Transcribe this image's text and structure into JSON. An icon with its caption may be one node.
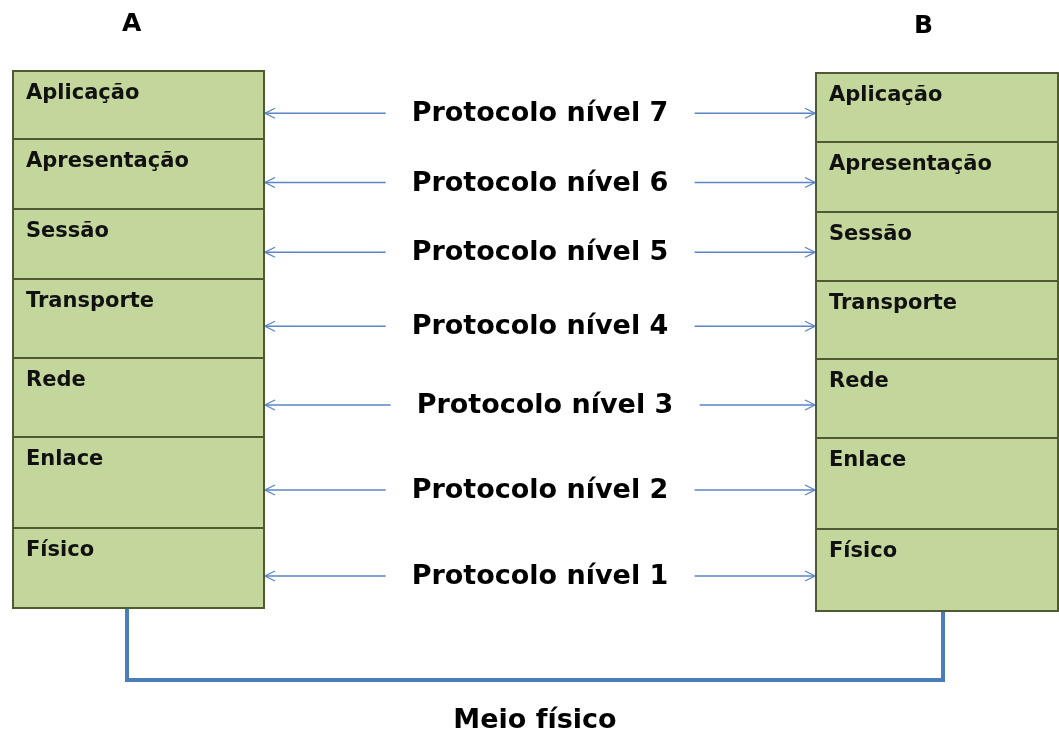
{
  "diagram": {
    "nodes": [
      {
        "text": [
          "A"
        ]
      },
      {
        "text": [
          "Aplicação"
        ],
        "in": 0
      },
      {
        "text": [
          "Apresentação"
        ],
        "in": 0
      },
      {
        "text": [
          "Sessão"
        ],
        "in": 0
      },
      {
        "text": [
          "Transporte"
        ],
        "in": 0
      },
      {
        "text": [
          "Rede"
        ],
        "in": 0
      },
      {
        "text": [
          "Enlace"
        ],
        "in": 0
      },
      {
        "text": [
          "Físico"
        ],
        "in": 0
      },
      {
        "text": [
          "B"
        ]
      },
      {
        "text": [
          "Aplicação"
        ],
        "in": 8
      },
      {
        "text": [
          "Apresentação"
        ],
        "in": 8
      },
      {
        "text": [
          "Sessão"
        ],
        "in": 8
      },
      {
        "text": [
          "Transporte"
        ],
        "in": 8
      },
      {
        "text": [
          "Rede"
        ],
        "in": 8
      },
      {
        "text": [
          "Enlace"
        ],
        "in": 8
      },
      {
        "text": [
          "Físico"
        ],
        "in": 8
      }
    ],
    "edges": [
      {
        "from": 1,
        "to": 9,
        "arrow": "both",
        "label": "Protocolo nível 7"
      },
      {
        "from": 2,
        "to": 10,
        "arrow": "both",
        "label": "Protocolo nível 6"
      },
      {
        "from": 3,
        "to": 11,
        "arrow": "both",
        "label": "Protocolo nível 5"
      },
      {
        "from": 4,
        "to": 12,
        "arrow": "both",
        "label": "Protocolo nível 4"
      },
      {
        "from": 5,
        "to": 13,
        "arrow": "both",
        "label": "Protocolo nível 3"
      },
      {
        "from": 6,
        "to": 14,
        "arrow": "both",
        "label": "Protocolo nível 2"
      },
      {
        "from": 7,
        "to": 15,
        "arrow": "both",
        "label": "Protocolo nível 1"
      },
      {
        "from": 7,
        "to": 15,
        "arrow": "none",
        "label": "Meio físico",
        "style": "thick"
      }
    ]
  }
}
